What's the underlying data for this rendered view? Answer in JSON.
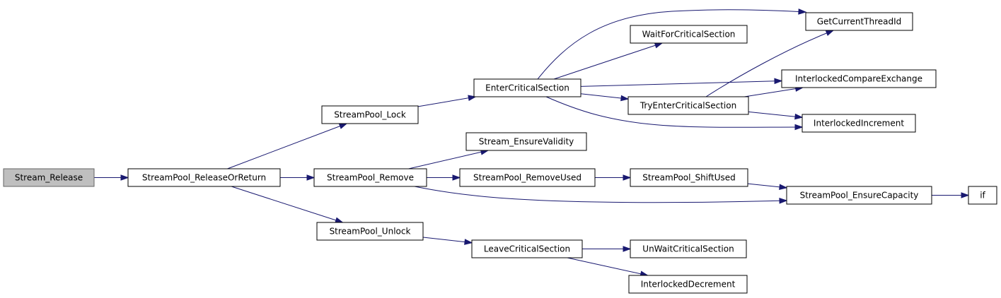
{
  "graph": {
    "nodes": [
      {
        "id": "stream_release",
        "label": "Stream_Release",
        "root": true
      },
      {
        "id": "releaseorreturn",
        "label": "StreamPool_ReleaseOrReturn"
      },
      {
        "id": "pool_lock",
        "label": "StreamPool_Lock"
      },
      {
        "id": "pool_remove",
        "label": "StreamPool_Remove"
      },
      {
        "id": "pool_unlock",
        "label": "StreamPool_Unlock"
      },
      {
        "id": "enter_cs",
        "label": "EnterCriticalSection"
      },
      {
        "id": "ensure_validity",
        "label": "Stream_EnsureValidity"
      },
      {
        "id": "remove_used",
        "label": "StreamPool_RemoveUsed"
      },
      {
        "id": "leave_cs",
        "label": "LeaveCriticalSection"
      },
      {
        "id": "get_thread_id",
        "label": "GetCurrentThreadId"
      },
      {
        "id": "wait_cs",
        "label": "WaitForCriticalSection"
      },
      {
        "id": "try_enter_cs",
        "label": "TryEnterCriticalSection"
      },
      {
        "id": "shift_used",
        "label": "StreamPool_ShiftUsed"
      },
      {
        "id": "unwait_cs",
        "label": "UnWaitCriticalSection"
      },
      {
        "id": "interlocked_decrement",
        "label": "InterlockedDecrement"
      },
      {
        "id": "interlocked_cmpxchg",
        "label": "InterlockedCompareExchange"
      },
      {
        "id": "interlocked_increment",
        "label": "InterlockedIncrement"
      },
      {
        "id": "ensure_capacity",
        "label": "StreamPool_EnsureCapacity"
      },
      {
        "id": "if_node",
        "label": "if"
      }
    ],
    "edges": [
      {
        "from": "stream_release",
        "to": "releaseorreturn"
      },
      {
        "from": "releaseorreturn",
        "to": "pool_lock"
      },
      {
        "from": "releaseorreturn",
        "to": "pool_remove"
      },
      {
        "from": "releaseorreturn",
        "to": "pool_unlock"
      },
      {
        "from": "pool_lock",
        "to": "enter_cs"
      },
      {
        "from": "enter_cs",
        "to": "get_thread_id"
      },
      {
        "from": "enter_cs",
        "to": "wait_cs"
      },
      {
        "from": "enter_cs",
        "to": "interlocked_cmpxchg"
      },
      {
        "from": "enter_cs",
        "to": "try_enter_cs"
      },
      {
        "from": "enter_cs",
        "to": "interlocked_increment"
      },
      {
        "from": "try_enter_cs",
        "to": "get_thread_id"
      },
      {
        "from": "try_enter_cs",
        "to": "interlocked_cmpxchg"
      },
      {
        "from": "try_enter_cs",
        "to": "interlocked_increment"
      },
      {
        "from": "pool_remove",
        "to": "ensure_validity"
      },
      {
        "from": "pool_remove",
        "to": "remove_used"
      },
      {
        "from": "pool_remove",
        "to": "ensure_capacity"
      },
      {
        "from": "remove_used",
        "to": "shift_used"
      },
      {
        "from": "shift_used",
        "to": "ensure_capacity"
      },
      {
        "from": "ensure_capacity",
        "to": "if_node"
      },
      {
        "from": "pool_unlock",
        "to": "leave_cs"
      },
      {
        "from": "leave_cs",
        "to": "unwait_cs"
      },
      {
        "from": "leave_cs",
        "to": "interlocked_decrement"
      }
    ]
  },
  "colors": {
    "edge": "#191970",
    "root_fill": "#bfbfbf",
    "root_stroke": "#666666",
    "node_stroke": "#000000"
  }
}
